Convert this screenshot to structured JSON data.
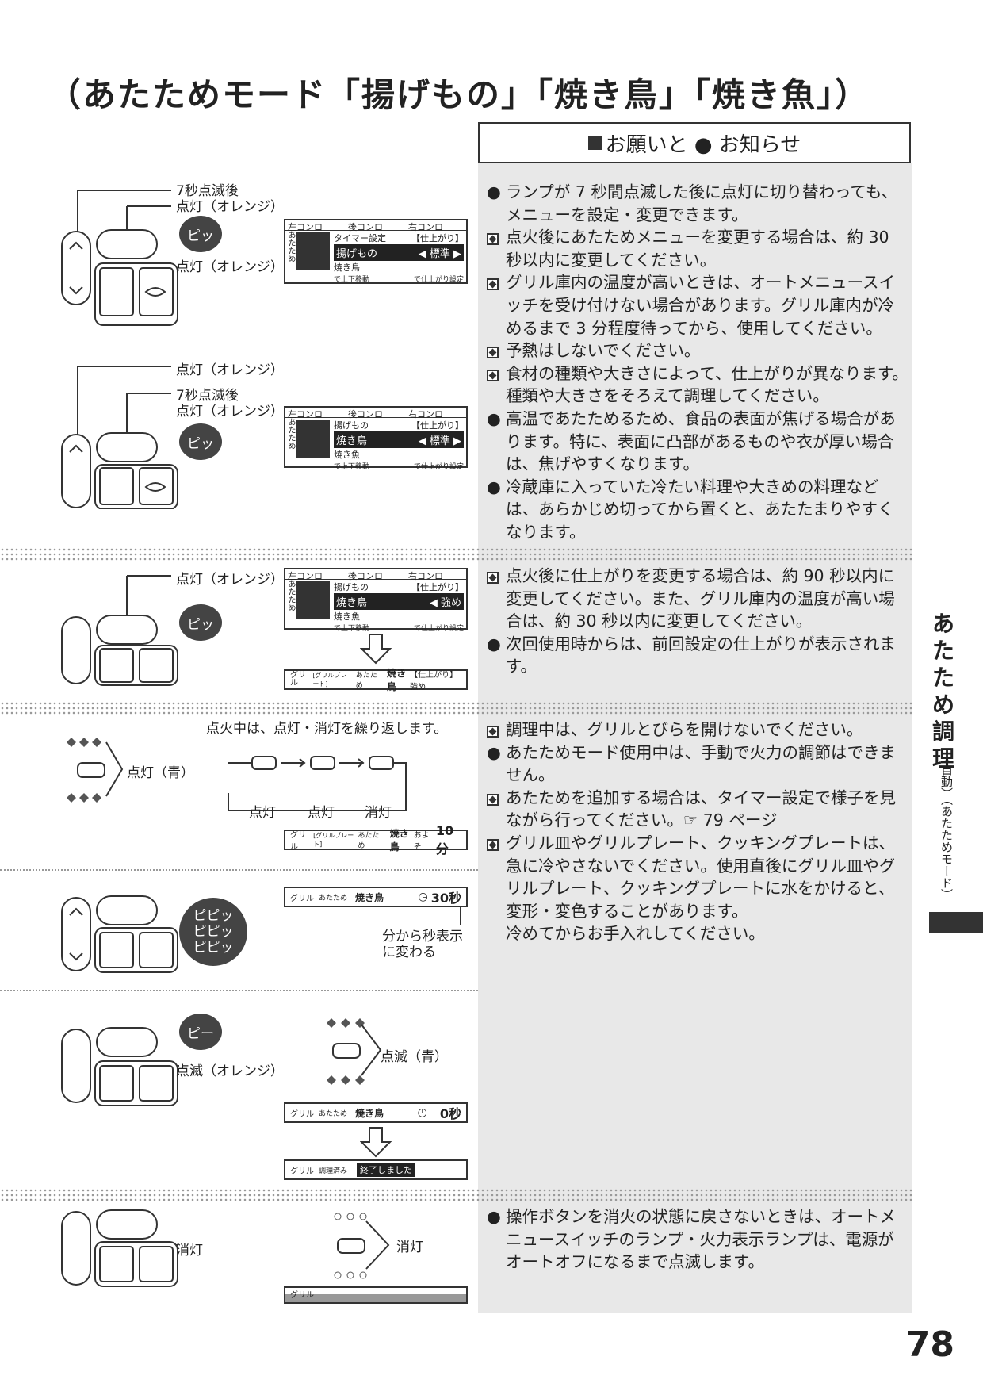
{
  "title": "（あたためモード「揚げもの」「焼き鳥」「焼き魚」）",
  "notice_header": "お願いと ● お知らせ",
  "sections": [
    {
      "labels": [
        "7秒点滅後",
        "点灯（オレンジ）",
        "点灯（オレンジ）"
      ],
      "bubble": "ピッ",
      "lcd": {
        "tabs": [
          "左コンロ",
          "後コンロ",
          "右コンロ"
        ],
        "side": "あたため",
        "line1": "タイマー設定",
        "line1r": "【仕上がり】",
        "main": "揚げもの",
        "mainr": "◀ 標準 ▶",
        "line3": "焼き鳥",
        "foot1": "で上下移動",
        "foot2": "で仕上がり設定"
      }
    },
    {
      "labels": [
        "点灯（オレンジ）",
        "7秒点滅後",
        "点灯（オレンジ）"
      ],
      "bubble": "ピッ",
      "lcd": {
        "tabs": [
          "左コンロ",
          "後コンロ",
          "右コンロ"
        ],
        "side": "あたため",
        "line1": "揚げもの",
        "line1r": "【仕上がり】",
        "main": "焼き鳥",
        "mainr": "◀ 標準 ▶",
        "line3": "焼き魚",
        "foot1": "で上下移動",
        "foot2": "で仕上がり設定"
      }
    },
    {
      "labels": [
        "点灯（オレンジ）"
      ],
      "bubble": "ピッ",
      "lcd": {
        "tabs": [
          "左コンロ",
          "後コンロ",
          "右コンロ"
        ],
        "side": "あたため",
        "line1": "揚げもの",
        "line1r": "【仕上がり】",
        "main": "焼き鳥",
        "mainr": "◀ 強め",
        "line3": "焼き魚",
        "foot1": "で上下移動",
        "foot2": "で仕上がり設定"
      },
      "bar": {
        "left": "グリル",
        "sub": "[グリルプレート]",
        "icon": "あたため",
        "dish": "焼き鳥",
        "right": "【仕上がり】強め"
      }
    },
    {
      "caption": "点火中は、点灯・消灯を繰り返します。",
      "label": "点灯（青）",
      "cycle": [
        "点灯",
        "点灯",
        "消灯"
      ],
      "bar": {
        "left": "グリル",
        "sub": "[グリルプレート]",
        "icon": "あたため",
        "dish": "焼き鳥",
        "approx": "およそ",
        "time": "10分"
      }
    },
    {
      "bubble_lines": [
        "ピピッ",
        "ピピッ",
        "ピピッ"
      ],
      "bar": {
        "left": "グリル",
        "icon": "あたため",
        "dish": "焼き鳥",
        "time": "30秒"
      },
      "note": [
        "分から秒表示",
        "に変わる"
      ]
    },
    {
      "bubble": "ピー",
      "label": "点滅（オレンジ）",
      "flame_label": "点滅（青）",
      "bar": {
        "left": "グリル",
        "icon": "あたため",
        "dish": "焼き鳥",
        "time": "0秒"
      },
      "bar2": {
        "left": "グリル",
        "icon": "調理済み",
        "msg": "終了しました"
      }
    },
    {
      "label": "消灯",
      "flame_label": "消灯",
      "bar": {
        "left": "グリル"
      }
    }
  ],
  "notes": [
    [
      {
        "m": "dot",
        "t": "ランプが 7 秒間点滅した後に点灯に切り替わっても、メニューを設定・変更できます。"
      },
      {
        "m": "sq",
        "t": "点火後にあたためメニューを変更する場合は、約 30 秒以内に変更してください。"
      },
      {
        "m": "sq",
        "t": "グリル庫内の温度が高いときは、オートメニュースイッチを受け付けない場合があります。グリル庫内が冷めるまで 3 分程度待ってから、使用してください。"
      },
      {
        "m": "sq",
        "t": "予熱はしないでください。"
      },
      {
        "m": "sq",
        "t": "食材の種類や大きさによって、仕上がりが異なります。種類や大きさをそろえて調理してください。"
      },
      {
        "m": "dot",
        "t": "高温であたためるため、食品の表面が焦げる場合があります。特に、表面に凸部があるものや衣が厚い場合は、焦げやすくなります。"
      },
      {
        "m": "dot",
        "t": "冷蔵庫に入っていた冷たい料理や大きめの料理などは、あらかじめ切ってから置くと、あたたまりやすくなります。"
      }
    ],
    [
      {
        "m": "sq",
        "t": "点火後に仕上がりを変更する場合は、約 90 秒以内に変更してください。また、グリル庫内の温度が高い場合は、約 30 秒以内に変更してください。"
      },
      {
        "m": "dot",
        "t": "次回使用時からは、前回設定の仕上がりが表示されます。"
      }
    ],
    [
      {
        "m": "sq",
        "t": "調理中は、グリルとびらを開けないでください。"
      },
      {
        "m": "dot",
        "t": "あたためモード使用中は、手動で火力の調節はできません。"
      },
      {
        "m": "sq",
        "t": "あたためを追加する場合は、タイマー設定で様子を見ながら行ってください。☞ 79 ページ"
      },
      {
        "m": "sq",
        "t": "グリル皿やグリルプレート、クッキングプレートは、急に冷やさないでください。使用直後にグリル皿やグリルプレート、クッキングプレートに水をかけると、変形・変色することがあります。"
      },
      {
        "m": "none",
        "t": "冷めてからお手入れしてください。"
      }
    ],
    [
      {
        "m": "dot",
        "t": "操作ボタンを消火の状態に戻さないときは、オートメニュースイッチのランプ・火力表示ランプは、電源がオートオフになるまで点滅します。"
      }
    ]
  ],
  "side_tab": "あたため調理",
  "side_sub": "（自動）（あたためモード）",
  "page_number": "78"
}
